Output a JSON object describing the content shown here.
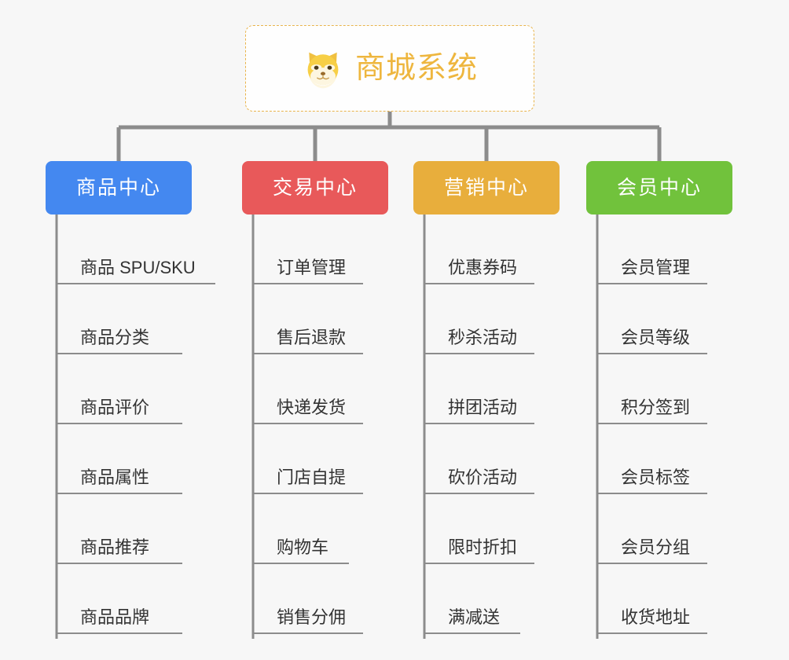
{
  "background_color": "#f7f7f7",
  "root": {
    "title": "商城系统",
    "icon": "shiba-dog-emoji",
    "text_color": "#eeb63e",
    "border_color": "#e9b44c",
    "background": "#fefefe"
  },
  "connector_color": "#8c8c8c",
  "categories": [
    {
      "label": "商品中心",
      "color": "#4488f0",
      "items": [
        {
          "label": "商品 SPU/SKU",
          "width": "w-xl"
        },
        {
          "label": "商品分类",
          "width": "w-lg"
        },
        {
          "label": "商品评价",
          "width": "w-lg"
        },
        {
          "label": "商品属性",
          "width": "w-lg"
        },
        {
          "label": "商品推荐",
          "width": "w-lg"
        },
        {
          "label": "商品品牌",
          "width": "w-lg"
        }
      ]
    },
    {
      "label": "交易中心",
      "color": "#e8595a",
      "items": [
        {
          "label": "订单管理",
          "width": "w-md"
        },
        {
          "label": "售后退款",
          "width": "w-md"
        },
        {
          "label": "快递发货",
          "width": "w-md"
        },
        {
          "label": "门店自提",
          "width": "w-md"
        },
        {
          "label": "购物车",
          "width": "w-sm"
        },
        {
          "label": "销售分佣",
          "width": "w-md"
        }
      ]
    },
    {
      "label": "营销中心",
      "color": "#e8ae3c",
      "items": [
        {
          "label": "优惠券码",
          "width": "w-md"
        },
        {
          "label": "秒杀活动",
          "width": "w-md"
        },
        {
          "label": "拼团活动",
          "width": "w-md"
        },
        {
          "label": "砍价活动",
          "width": "w-md"
        },
        {
          "label": "限时折扣",
          "width": "w-md"
        },
        {
          "label": "满减送",
          "width": "w-sm"
        }
      ]
    },
    {
      "label": "会员中心",
      "color": "#71c23c",
      "items": [
        {
          "label": "会员管理",
          "width": "w-md"
        },
        {
          "label": "会员等级",
          "width": "w-md"
        },
        {
          "label": "积分签到",
          "width": "w-md"
        },
        {
          "label": "会员标签",
          "width": "w-md"
        },
        {
          "label": "会员分组",
          "width": "w-md"
        },
        {
          "label": "收货地址",
          "width": "w-md"
        }
      ]
    }
  ]
}
